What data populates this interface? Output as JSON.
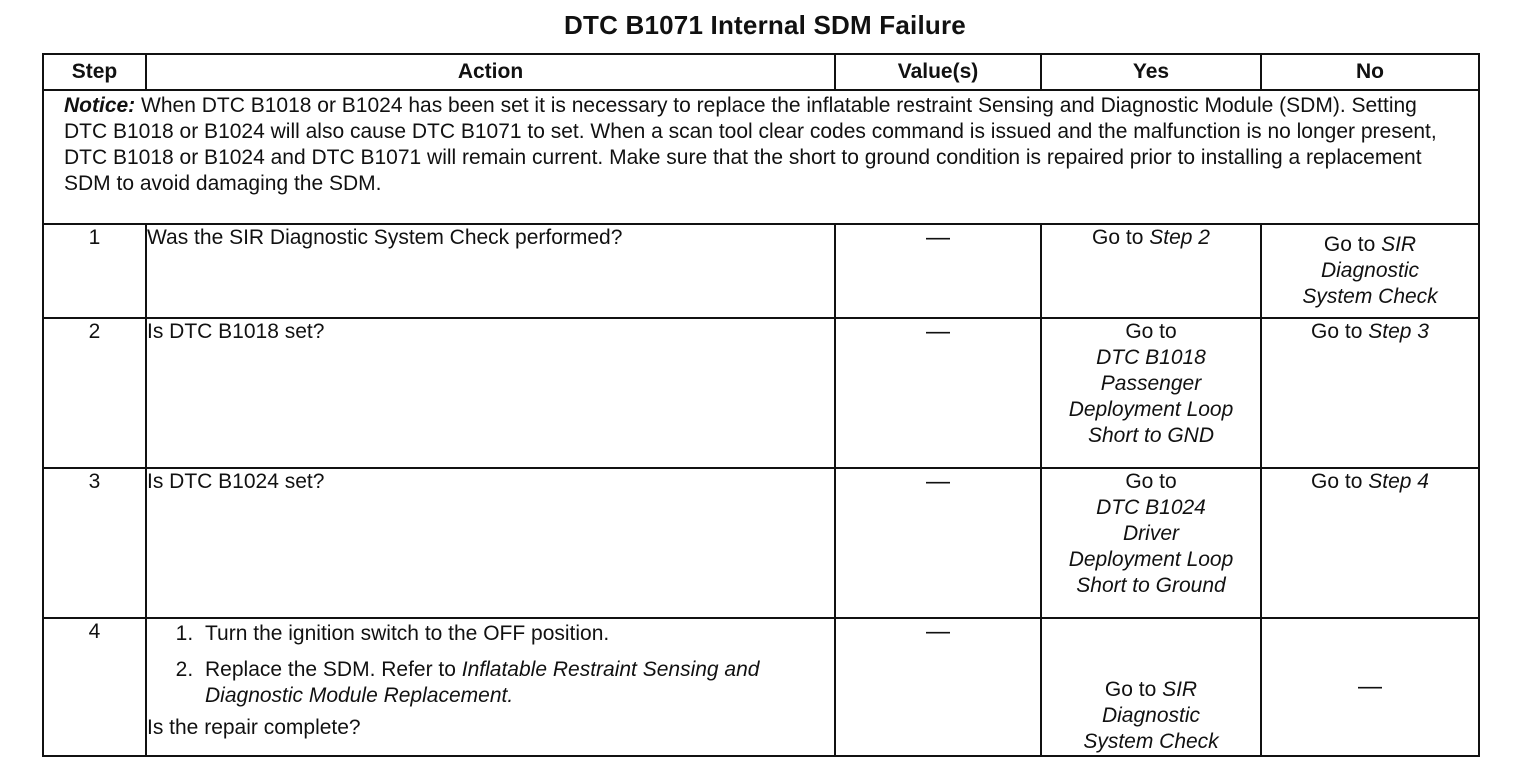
{
  "title": "DTC B1071 Internal SDM Failure",
  "headers": {
    "step": "Step",
    "action": "Action",
    "values": "Value(s)",
    "yes": "Yes",
    "no": "No"
  },
  "notice": {
    "label": "Notice:",
    "text": " When DTC B1018 or B1024 has been set it is necessary to replace the inflatable restraint Sensing and Diagnostic Module (SDM). Setting DTC B1018 or B1024 will also cause DTC B1071 to set. When a scan tool clear codes command is issued and the malfunction is no longer present, DTC B1018 or B1024 and DTC B1071 will remain current. Make sure that the short to ground condition is repaired prior to installing a replacement SDM to avoid damaging the SDM."
  },
  "rows": [
    {
      "step": "1",
      "action": "Was the SIR Diagnostic System Check performed?",
      "value": "—",
      "yes_prefix": "Go to ",
      "yes_ref": "Step 2",
      "no_prefix": "Go to ",
      "no_ref_1": "SIR",
      "no_ref_2": "Diagnostic",
      "no_ref_3": "System Check"
    },
    {
      "step": "2",
      "action": "Is DTC B1018 set?",
      "value": "—",
      "yes_prefix": "Go to",
      "yes_ref_1": "DTC B1018",
      "yes_ref_2": "Passenger",
      "yes_ref_3": "Deployment Loop",
      "yes_ref_4": "Short to GND",
      "no_prefix": "Go to ",
      "no_ref": "Step 3"
    },
    {
      "step": "3",
      "action": "Is DTC B1024 set?",
      "value": "—",
      "yes_prefix": "Go to",
      "yes_ref_1": "DTC B1024",
      "yes_ref_2": "Driver",
      "yes_ref_3": "Deployment Loop",
      "yes_ref_4": "Short to Ground",
      "no_prefix": "Go to ",
      "no_ref": "Step 4"
    },
    {
      "step": "4",
      "action_items": [
        "Turn the ignition switch to the OFF position.",
        "Replace the SDM. Refer to "
      ],
      "action_item2_ref": "Inflatable Restraint Sensing and Diagnostic Module Replacement.",
      "action_question": "Is the repair complete?",
      "value": "—",
      "yes_prefix": "Go to ",
      "yes_ref_1": "SIR",
      "yes_ref_2": "Diagnostic",
      "yes_ref_3": "System Check",
      "no": "—"
    }
  ]
}
